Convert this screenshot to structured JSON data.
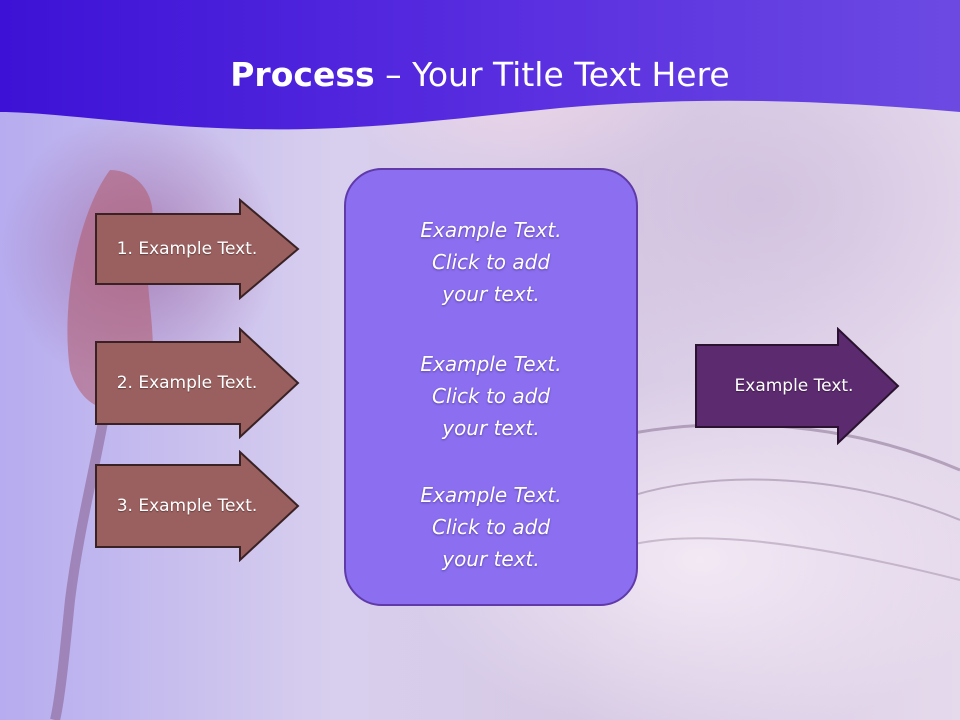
{
  "title": {
    "bold": "Process",
    "rest": " – Your Title Text Here"
  },
  "steps": [
    {
      "label": "1. Example Text."
    },
    {
      "label": "2. Example Text."
    },
    {
      "label": "3. Example Text."
    }
  ],
  "center_box": {
    "blocks": [
      {
        "line1": "Example Text.",
        "line2": "Click  to add",
        "line3": "your text."
      },
      {
        "line1": "Example Text.",
        "line2": "Click  to add",
        "line3": "your text."
      },
      {
        "line1": "Example Text.",
        "line2": "Click  to add",
        "line3": "your text."
      }
    ]
  },
  "result": {
    "label": "Example Text."
  },
  "colors": {
    "header": "#4a1fd8",
    "step_arrow": "#9a605f",
    "result_arrow": "#5c2a6e",
    "panel": "#8b6ff0"
  }
}
